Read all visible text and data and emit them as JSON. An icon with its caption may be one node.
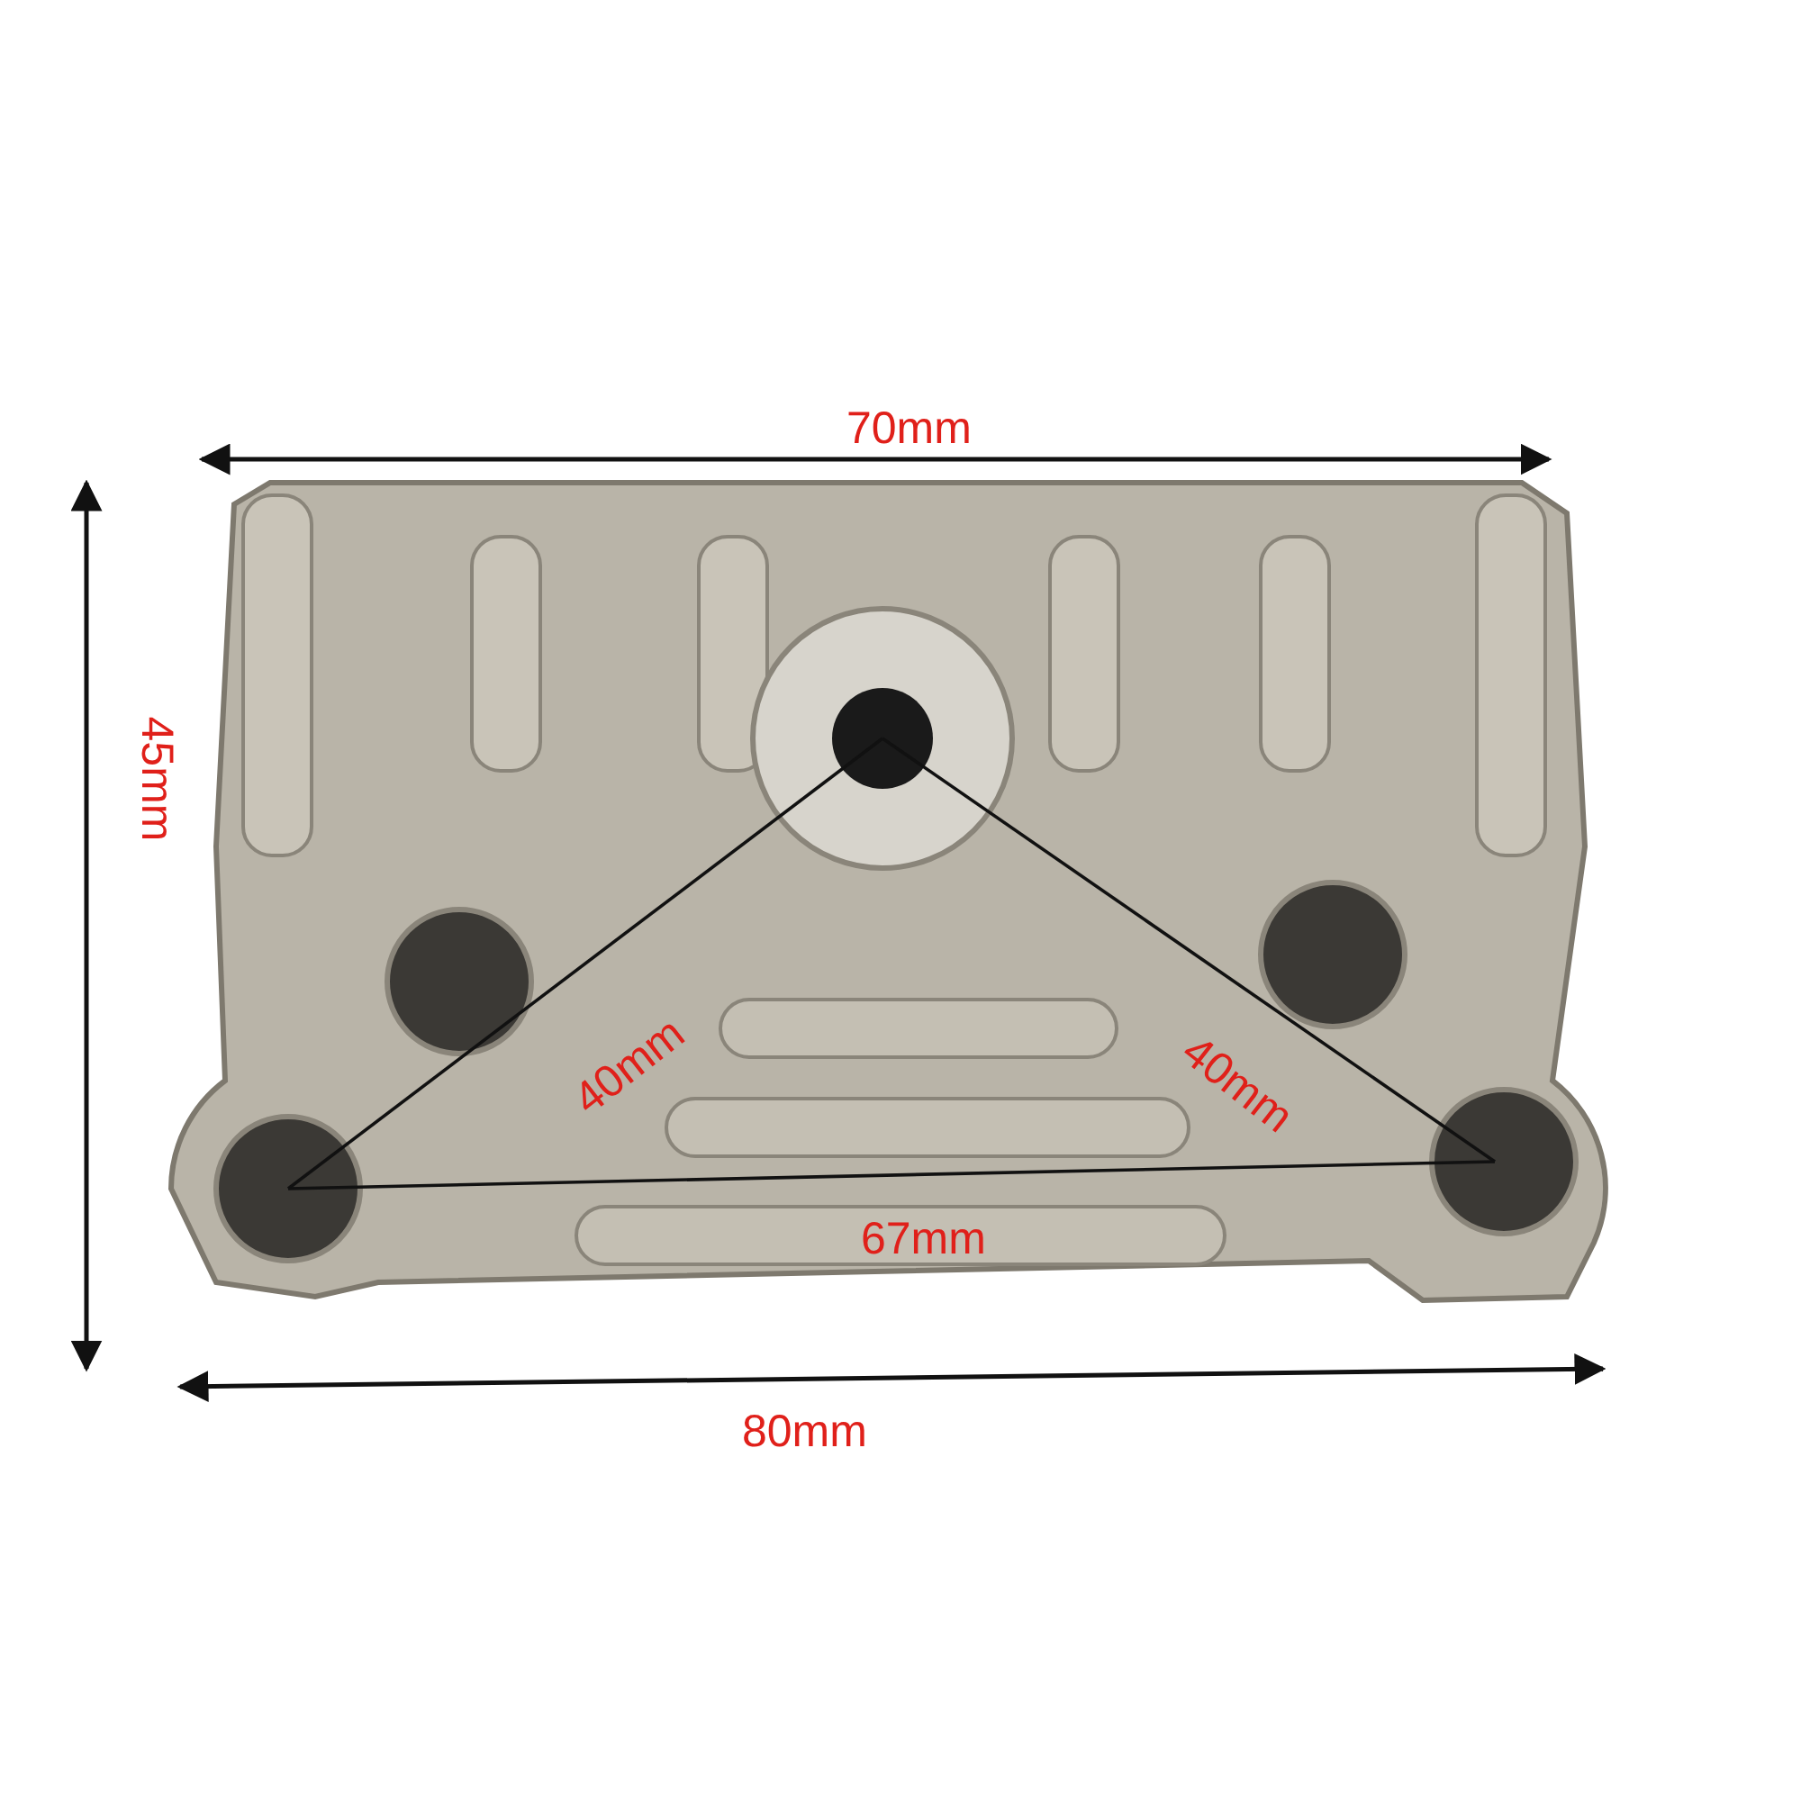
{
  "diagram": {
    "labels": [
      "70mm",
      "45mm",
      "40mm",
      "40mm",
      "67mm",
      "80mm"
    ]
  }
}
